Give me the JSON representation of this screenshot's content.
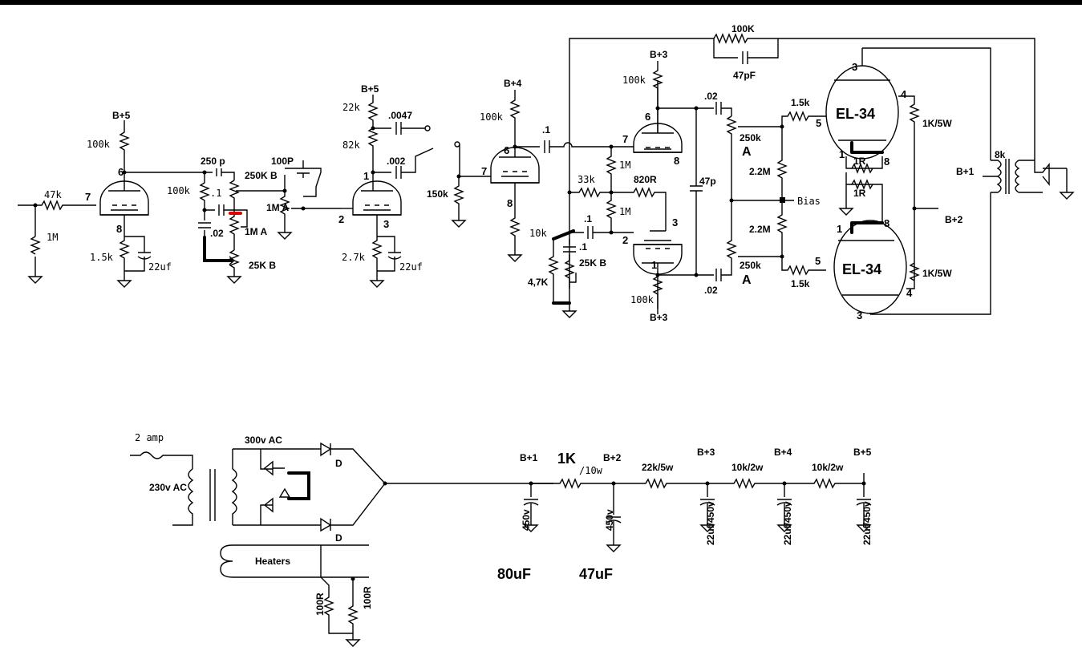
{
  "preamp": {
    "v1_r_in": "47k",
    "v1_grid_leak": "1M",
    "v1_bplus": "B+5",
    "v1_plate": "100k",
    "v1_pin_plate": "6",
    "v1_pin_grid": "7",
    "v1_pin_cath": "8",
    "v1_cath_r": "1.5k",
    "v1_cath_c": "22uf",
    "tone_c1": "250 p",
    "tone_r": "100k",
    "tone_c2": ".1",
    "tone_c3": ".02",
    "pot_treble": "250K B",
    "pot_mid": "1M A",
    "pot_bass": "25K B",
    "bright_c": "100P",
    "vol_pot": "1M A"
  },
  "v2": {
    "bplus": "B+5",
    "r1": "22k",
    "r2": "82k",
    "c1": ".0047",
    "c2": ".002",
    "pin_plate": "1",
    "pin_grid": "2",
    "pin_cath": "3",
    "cath_r": "2.7k",
    "cath_c": "22uf",
    "r_out": "150k"
  },
  "v3": {
    "bplus": "B+4",
    "plate_r": "100k",
    "pin_plate": "6",
    "pin_grid": "7",
    "pin_cath": "8",
    "cath_r": "10k",
    "c_out": ".1"
  },
  "pi": {
    "bplus_top": "B+3",
    "plate_top": "100k",
    "pin_a": "6",
    "pin_b": "7",
    "pin_c": "8",
    "r_33k": "33k",
    "r_1m_a": "1M",
    "r_820": "820R",
    "r_1m_b": "1M",
    "c_47p": "47p",
    "c_in": ".1",
    "c_in2": ".1",
    "pot_25k": "25K B",
    "r_4k7": "4,7K",
    "r_10k": "10k",
    "pin_2": "2",
    "pin_3": "3",
    "pin_1": "1",
    "plate_bot": "100k",
    "bplus_bot": "B+3",
    "c_top": ".02",
    "c_bot": ".02"
  },
  "power": {
    "nfb_r": "100K",
    "nfb_c": "47pF",
    "pot_top": "250k",
    "pot_top_a": "A",
    "pot_bot": "250k",
    "pot_bot_a": "A",
    "r_grid_top": "1.5k",
    "r_grid_bot": "1.5k",
    "bias_r1": "2.2M",
    "bias_r2": "2.2M",
    "bias_label": "Bias",
    "tube_top": "EL-34",
    "tube_bot": "EL-34",
    "pin3_top": "3",
    "pin4_top": "4",
    "pin5_top": "5",
    "pin1_top": "1",
    "pin8_top": "8",
    "pin3_bot": "3",
    "pin4_bot": "4",
    "pin5_bot": "5",
    "pin1_bot": "1",
    "pin8_bot": "8",
    "cath_r_top": "1R",
    "cath_r_bot": "1R",
    "screen_top": "1K/5W",
    "screen_bot": "1K/5W",
    "ot": "8k",
    "b1": "B+1",
    "b2": "B+2"
  },
  "psu": {
    "fuse": "2 amp",
    "mains": "230v AC",
    "secondary": "300v AC",
    "diode1": "D",
    "diode2": "D",
    "heaters": "Heaters",
    "hr1": "100R",
    "hr2": "100R",
    "node1": "B+1",
    "c1_v": "450v",
    "c1_big": "80uF",
    "r1_big": "1K",
    "r1_w": "/10w",
    "node2": "B+2",
    "c2_v": "450v",
    "c2_big": "47uF",
    "r2": "22k/5w",
    "node3": "B+3",
    "c3": "22uf/450v",
    "r3": "10k/2w",
    "node4": "B+4",
    "c4": "22uf/450v",
    "r4": "10k/2w",
    "node5": "B+5",
    "c5": "22uf/450v"
  }
}
